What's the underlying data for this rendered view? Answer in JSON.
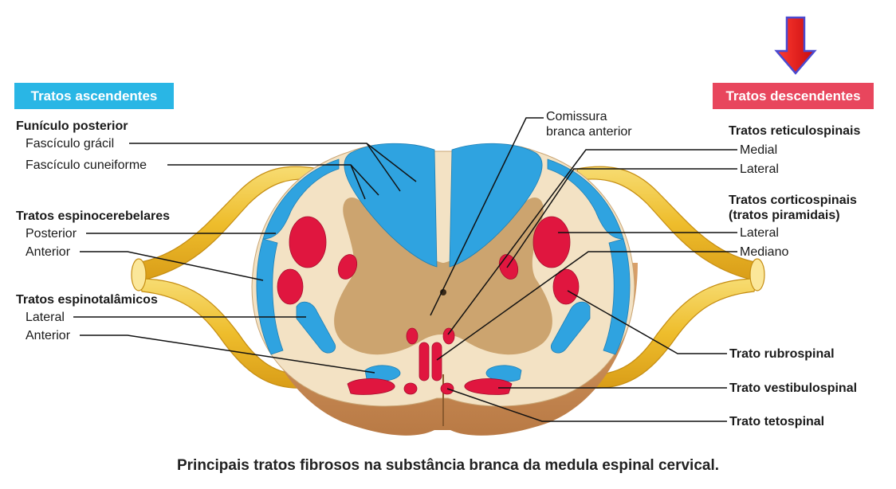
{
  "badges": {
    "ascending": "Tratos ascendentes",
    "descending": "Tratos descendentes"
  },
  "left_labels": {
    "posterior_funiculus": "Funículo posterior",
    "gracile": "Fascículo grácil",
    "cuneate": "Fascículo cuneiforme",
    "spinocerebellar": "Tratos espinocerebelares",
    "spinocerebellar_posterior": "Posterior",
    "spinocerebellar_anterior": "Anterior",
    "spinothalamic": "Tratos espinotalâmicos",
    "spinothalamic_lateral": "Lateral",
    "spinothalamic_anterior": "Anterior"
  },
  "top_labels": {
    "commissure_line1": "Comissura",
    "commissure_line2": "branca anterior"
  },
  "right_labels": {
    "reticulospinal": "Tratos reticulospinais",
    "reticulospinal_medial": "Medial",
    "reticulospinal_lateral": "Lateral",
    "corticospinal_line1": "Tratos corticospinais",
    "corticospinal_line2": "(tratos piramidais)",
    "corticospinal_lateral": "Lateral",
    "corticospinal_median": "Mediano",
    "rubrospinal": "Trato rubrospinal",
    "vestibulospinal": "Trato vestibulospinal",
    "tectospinal": "Trato tetospinal"
  },
  "caption": "Principais tratos fibrosos na substância branca da medula espinal cervical.",
  "colors": {
    "ascending": "#29b6e5",
    "descending": "#e8465d",
    "tract_blue": "#2fa3e0",
    "tract_red": "#e0163f",
    "nerve": "#f2c63a",
    "arrow": "#e5151b"
  }
}
